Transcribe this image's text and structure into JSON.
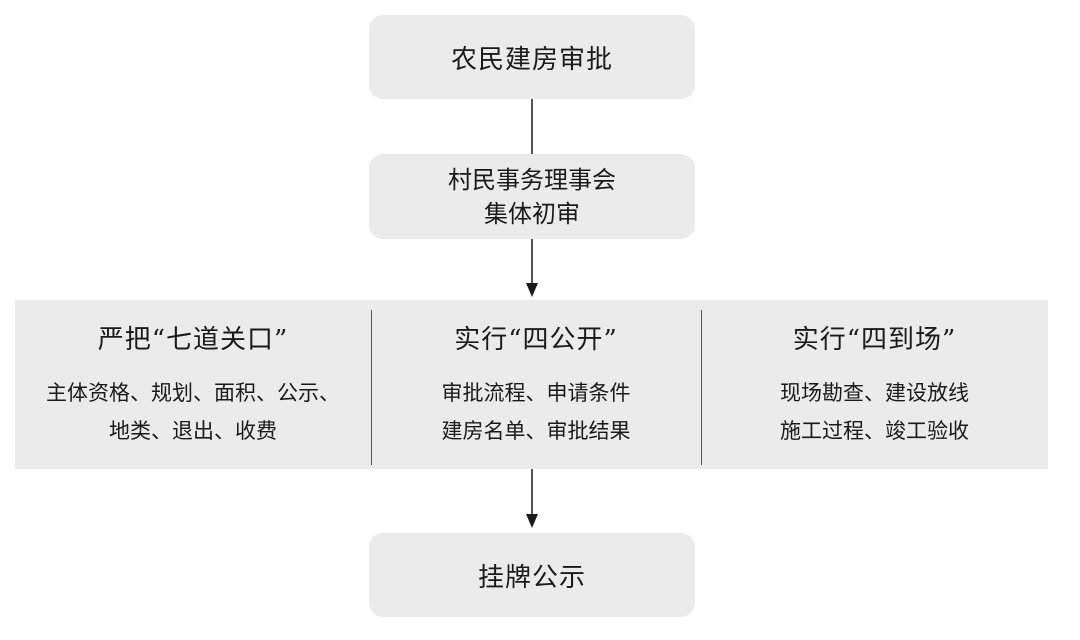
{
  "top_box": {
    "text": "农民建房审批"
  },
  "second_box": {
    "line1": "村民事务理事会",
    "line2": "集体初审"
  },
  "columns": [
    {
      "heading": "严把“七道关口”",
      "lines": [
        "主体资格、规划、面积、公示、",
        "地类、退出、收费"
      ]
    },
    {
      "heading": "实行“四公开”",
      "lines": [
        "审批流程、申请条件",
        "建房名单、审批结果"
      ]
    },
    {
      "heading": "实行“四到场”",
      "lines": [
        "现场勘查、建设放线",
        "施工过程、竣工验收"
      ]
    }
  ],
  "bottom_box": {
    "text": "挂牌公示"
  },
  "colors": {
    "box_fill": "#ebebeb",
    "line": "#1a1a1a"
  }
}
